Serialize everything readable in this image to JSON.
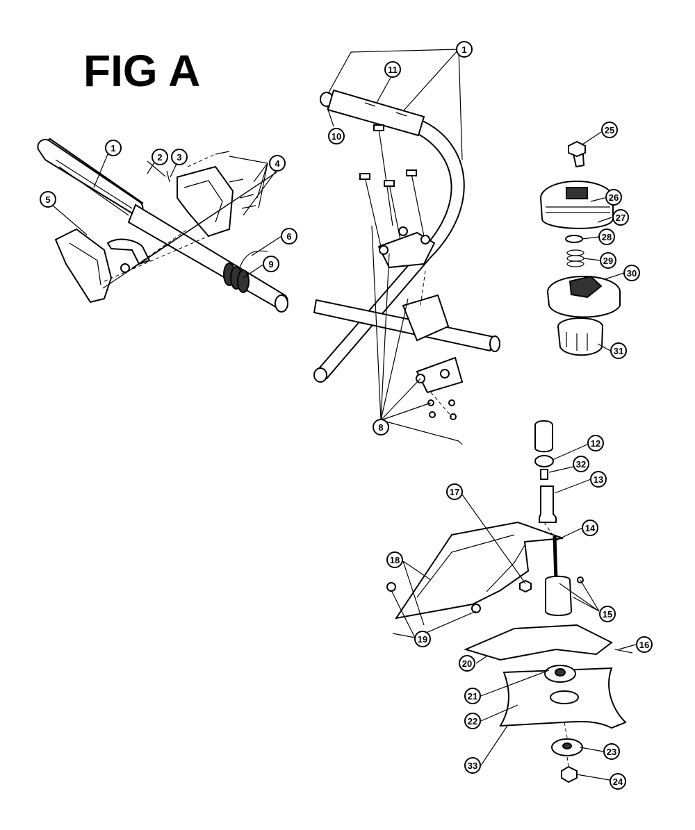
{
  "title": "FIG A",
  "callouts": [
    {
      "id": "c1a",
      "label": "1"
    },
    {
      "id": "c2",
      "label": "2"
    },
    {
      "id": "c3",
      "label": "3"
    },
    {
      "id": "c4",
      "label": "4"
    },
    {
      "id": "c5",
      "label": "5"
    },
    {
      "id": "c6",
      "label": "6"
    },
    {
      "id": "c9",
      "label": "9"
    },
    {
      "id": "c1b",
      "label": "1"
    },
    {
      "id": "c11",
      "label": "11"
    },
    {
      "id": "c10",
      "label": "10"
    },
    {
      "id": "c8",
      "label": "8"
    },
    {
      "id": "c25",
      "label": "25"
    },
    {
      "id": "c26",
      "label": "26"
    },
    {
      "id": "c27",
      "label": "27"
    },
    {
      "id": "c28",
      "label": "28"
    },
    {
      "id": "c29",
      "label": "29"
    },
    {
      "id": "c30",
      "label": "30"
    },
    {
      "id": "c31",
      "label": "31"
    },
    {
      "id": "c12",
      "label": "12"
    },
    {
      "id": "c32",
      "label": "32"
    },
    {
      "id": "c13",
      "label": "13"
    },
    {
      "id": "c17",
      "label": "17"
    },
    {
      "id": "c14",
      "label": "14"
    },
    {
      "id": "c18",
      "label": "18"
    },
    {
      "id": "c15",
      "label": "15"
    },
    {
      "id": "c16",
      "label": "16"
    },
    {
      "id": "c19",
      "label": "19"
    },
    {
      "id": "c20",
      "label": "20"
    },
    {
      "id": "c21",
      "label": "21"
    },
    {
      "id": "c22",
      "label": "22"
    },
    {
      "id": "c23",
      "label": "23"
    },
    {
      "id": "c33",
      "label": "33"
    },
    {
      "id": "c24",
      "label": "24"
    }
  ]
}
